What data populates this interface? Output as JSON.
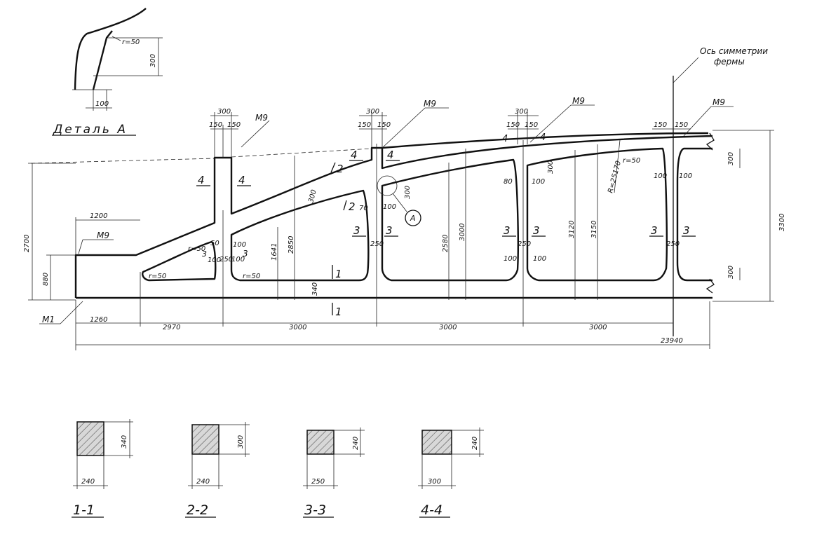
{
  "detail": {
    "title": "Деталь А",
    "radius": "r=50",
    "height": "300",
    "width": "100"
  },
  "symmetry": {
    "line1": "Ось симметрии",
    "line2": "фермы"
  },
  "labels": {
    "m9": "М9",
    "m9_left": "М9",
    "m1": "М1",
    "circle_a": "А",
    "radius_big": "R=25170"
  },
  "panels": {
    "p1": {
      "top": "300",
      "left": "150",
      "right": "150"
    }
  },
  "dims": {
    "h2700": "2700",
    "h880": "880",
    "h3300": "3300",
    "w1200": "1200",
    "w1260": "1260",
    "w2970": "2970",
    "w3000": "3000",
    "total": "23940",
    "v300": "300",
    "v2850": "2850",
    "v1641": "1641",
    "v2580": "2580",
    "v3000": "3000",
    "v3120": "3120",
    "v3150": "3150",
    "v340": "340",
    "r50": "r=50",
    "d50": "50",
    "d70": "70",
    "d100": "100",
    "d250": "250",
    "d80": "80",
    "d300b": "300"
  },
  "section_marks": {
    "s1": "1",
    "s2": "2",
    "s3": "3",
    "s4": "4"
  },
  "sections": [
    {
      "title": "1-1",
      "width": "240",
      "height": "340"
    },
    {
      "title": "2-2",
      "width": "240",
      "height": "300"
    },
    {
      "title": "3-3",
      "width": "250",
      "height": "240"
    },
    {
      "title": "4-4",
      "width": "300",
      "height": "240"
    }
  ]
}
